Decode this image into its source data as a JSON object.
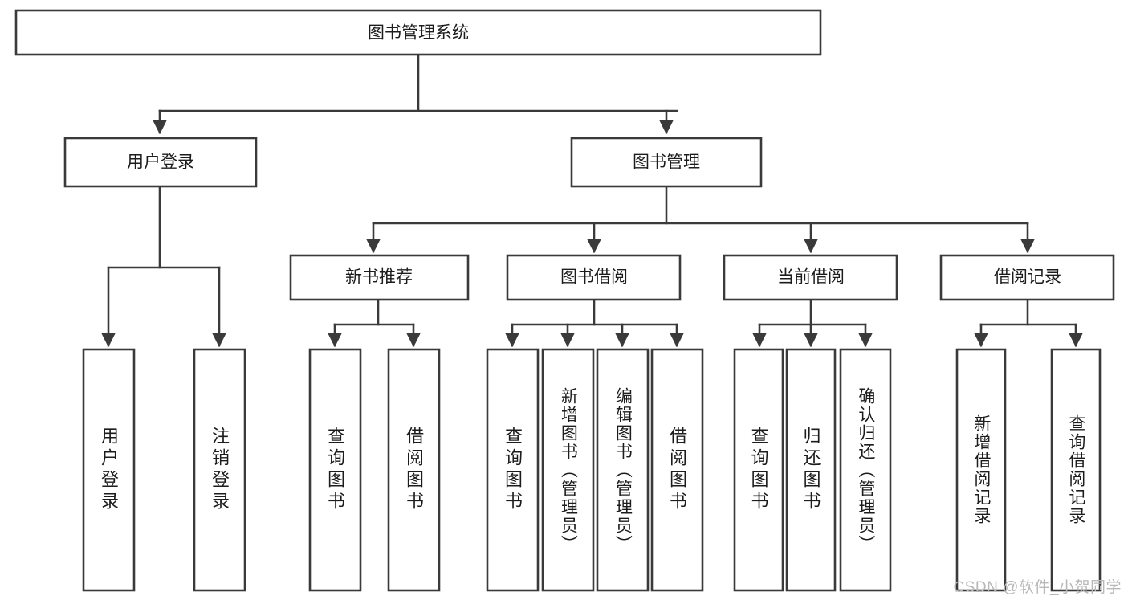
{
  "diagram": {
    "type": "hierarchy-tree",
    "title": "图书管理系统",
    "orientation": "top-down",
    "levels": 4,
    "root": {
      "label": "图书管理系统",
      "children": [
        {
          "label": "用户登录",
          "children": [
            {
              "label": "用户登录"
            },
            {
              "label": "注销登录"
            }
          ]
        },
        {
          "label": "图书管理",
          "children": [
            {
              "label": "新书推荐",
              "children": [
                {
                  "label": "查询图书"
                },
                {
                  "label": "借阅图书"
                }
              ]
            },
            {
              "label": "图书借阅",
              "children": [
                {
                  "label": "查询图书"
                },
                {
                  "label": "新增图书（管理员）"
                },
                {
                  "label": "编辑图书（管理员）"
                },
                {
                  "label": "借阅图书"
                }
              ]
            },
            {
              "label": "当前借阅",
              "children": [
                {
                  "label": "查询图书"
                },
                {
                  "label": "归还图书"
                },
                {
                  "label": "确认归还（管理员）"
                }
              ]
            },
            {
              "label": "借阅记录",
              "children": [
                {
                  "label": "新增借阅记录"
                },
                {
                  "label": "查询借阅记录"
                }
              ]
            }
          ]
        }
      ]
    },
    "nodes": {
      "root": "图书管理系统",
      "l2_user_login": "用户登录",
      "l2_book_manage": "图书管理",
      "l3_new_book_rec": "新书推荐",
      "l3_book_borrow": "图书借阅",
      "l3_current_borrow": "当前借阅",
      "l3_borrow_record": "借阅记录",
      "leaf_user_login": "用户登录",
      "leaf_logout": "注销登录",
      "leaf_rec_query_book": "查询图书",
      "leaf_rec_borrow_book": "借阅图书",
      "leaf_borrow_query_book": "查询图书",
      "leaf_borrow_add_book": "新增图书（管理员）",
      "leaf_borrow_edit_book": "编辑图书（管理员）",
      "leaf_borrow_borrow_book": "借阅图书",
      "leaf_cur_query_book": "查询图书",
      "leaf_cur_return_book": "归还图书",
      "leaf_cur_confirm_return": "确认归还（管理员）",
      "leaf_rec_add_record": "新增借阅记录",
      "leaf_rec_query_record": "查询借阅记录"
    },
    "colors": {
      "stroke": "#3a3a3a",
      "fill": "#ffffff",
      "text": "#1c1c1c",
      "watermark": "#b8b8b8",
      "background": "#ffffff"
    }
  },
  "watermark": {
    "text": "CSDN @软件_小贺同学"
  }
}
